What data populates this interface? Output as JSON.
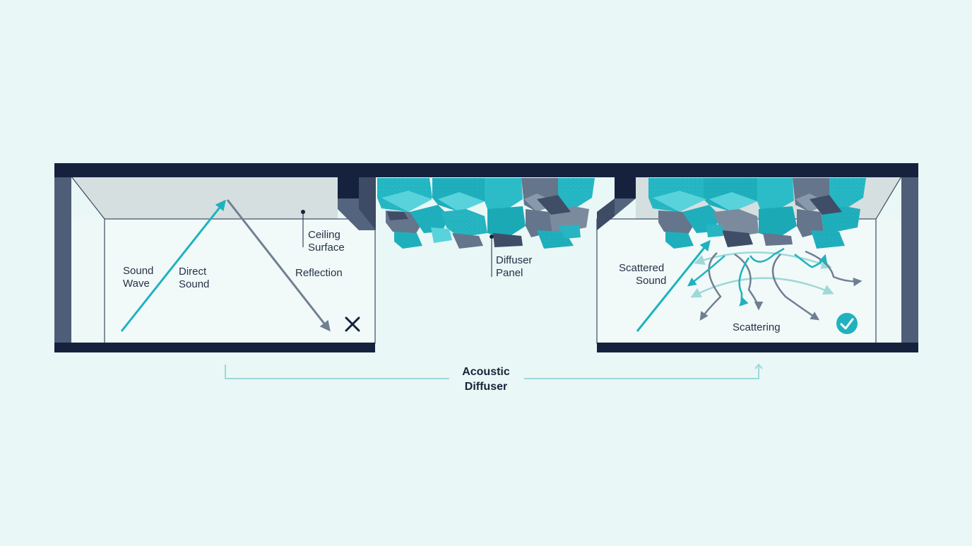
{
  "colors": {
    "background": "#e9f7f6",
    "frame": "#16213d",
    "wall": "#4e5e78",
    "ceiling": "#d6dfe0",
    "teal": "#1fb2be",
    "slate": "#707f93",
    "light_teal": "#9fd8d8"
  },
  "labels": {
    "sound_wave": [
      "Sound",
      "Wave"
    ],
    "direct_sound": [
      "Direct",
      "Sound"
    ],
    "ceiling_surface": [
      "Ceiling",
      "Surface"
    ],
    "reflection": "Reflection",
    "diffuser_panel": [
      "Diffuser",
      "Panel"
    ],
    "scattered_sound": [
      "Scattered",
      "Sound"
    ],
    "scattering": "Scattering",
    "title": [
      "Acoustic",
      "Diffuser"
    ]
  },
  "icons": {
    "fail": "x-mark-icon",
    "success": "check-circle-icon"
  }
}
